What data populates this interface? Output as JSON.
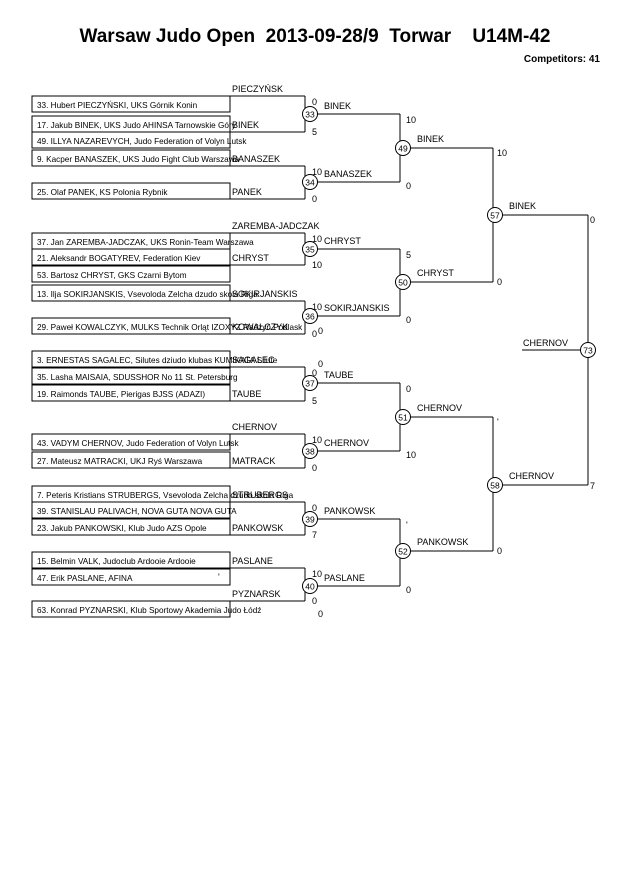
{
  "header": {
    "title": "Warsaw Judo Open  2013-09-28/9  Torwar    U14M-42",
    "competitors": "Competitors: 41"
  },
  "entries": [
    {
      "id": "e0",
      "text": "33. Hubert PIECZYŃSKI, UKS Górnik Konin"
    },
    {
      "id": "e1",
      "text": "17. Jakub BINEK, UKS Judo AHINSA Tarnowskie Góry"
    },
    {
      "id": "e2",
      "text": "49. ILLYA NAZAREVYCH, Judo Federation of Volyn Lutsk"
    },
    {
      "id": "e3",
      "text": "9. Kacper BANASZEK, UKS Judo Fight Club Warszawa"
    },
    {
      "id": "e4",
      "text": "25. Olaf PANEK, KS Polonia Rybnik"
    },
    {
      "id": "e5",
      "text": "37. Jan ZAREMBA-JADCZAK, UKS Ronin-Team Warszawa"
    },
    {
      "id": "e6",
      "text": "21. Aleksandr BOGATYREV, Federation Kiev"
    },
    {
      "id": "e7",
      "text": "53. Bartosz CHRYST, GKS Czarni Bytom"
    },
    {
      "id": "e8",
      "text": "13. Ilja SOKIRJANSKIS, Vsevoloda Zelcha dzudo skola Riga"
    },
    {
      "id": "e9",
      "text": "29. Paweł KOWALCZYK, MULKS Technik Orląt IZOXYZ Radzyń Podlask"
    },
    {
      "id": "e10",
      "text": "3. ERNESTAS SAGALEC, Silutes dziudo klubas KUMIKATA Silute"
    },
    {
      "id": "e11",
      "text": "35. Lasha MAISAIA, SDUSSHOR No 11 St. Petersburg"
    },
    {
      "id": "e12",
      "text": "19. Raimonds TAUBE, Pierigas BJSS (ADAZI)"
    },
    {
      "id": "e13",
      "text": "43. VADYM CHERNOV, Judo Federation of Volyn Lutsk"
    },
    {
      "id": "e14",
      "text": "27. Mateusz MATRACKI, UKJ Ryś Warszawa"
    },
    {
      "id": "e15",
      "text": "7. Peteris Kristians STRUBERGS, Vsevoloda Zelcha dzudo skola Riga"
    },
    {
      "id": "e16",
      "text": "39. STANISLAU PALIVACH, NOVA GUTA NOVA GUTA"
    },
    {
      "id": "e17",
      "text": "23. Jakub PANKOWSKI, Klub Judo AZS Opole"
    },
    {
      "id": "e18",
      "text": "15. Belmin VALK, Judoclub Ardooie Ardooie"
    },
    {
      "id": "e19",
      "text": "47. Erik PASLANE, AFINA"
    },
    {
      "id": "e20",
      "text": "63. Konrad PYZNARSKI, Klub Sportowy Akademia Judo Łódź"
    }
  ],
  "round1_winners": [
    {
      "id": "w0",
      "text": "PIECZYŃSK"
    },
    {
      "id": "w1",
      "text": "BINEK"
    },
    {
      "id": "w2",
      "text": "BANASZEK"
    },
    {
      "id": "w3",
      "text": "PANEK"
    },
    {
      "id": "w4",
      "text": "ZAREMBA-JADCZAK"
    },
    {
      "id": "w5",
      "text": "CHRYST"
    },
    {
      "id": "w6",
      "text": "SOKIRJANSKIS"
    },
    {
      "id": "w7",
      "text": "KOWALCZYK"
    },
    {
      "id": "w8",
      "text": "SAGALEC"
    },
    {
      "id": "w9",
      "text": "TAUBE"
    },
    {
      "id": "w10",
      "text": "CHERNOV"
    },
    {
      "id": "w11",
      "text": "MATRACK"
    },
    {
      "id": "w12",
      "text": "STRUBERGS"
    },
    {
      "id": "w13",
      "text": "PANKOWSK"
    },
    {
      "id": "w14",
      "text": "PASLANE"
    },
    {
      "id": "w15",
      "text": "PYZNARSK"
    }
  ],
  "round2": [
    {
      "id": "r0",
      "text": "BINEK"
    },
    {
      "id": "r1",
      "text": "BANASZEK"
    },
    {
      "id": "r2",
      "text": "CHRYST"
    },
    {
      "id": "r3",
      "text": "SOKIRJANSKIS"
    },
    {
      "id": "r4",
      "text": "TAUBE"
    },
    {
      "id": "r5",
      "text": "CHERNOV"
    },
    {
      "id": "r6",
      "text": "PANKOWSK"
    },
    {
      "id": "r7",
      "text": "PASLANE"
    }
  ],
  "round3": [
    {
      "id": "q0",
      "text": "BINEK"
    },
    {
      "id": "q1",
      "text": "CHRYST"
    },
    {
      "id": "q2",
      "text": "CHERNOV"
    },
    {
      "id": "q3",
      "text": "PANKOWSK"
    }
  ],
  "round4": [
    {
      "id": "s0",
      "text": "BINEK"
    },
    {
      "id": "s1",
      "text": "CHERNOV"
    }
  ],
  "final_winner": "CHERNOV",
  "match_numbers": [
    {
      "id": "m33",
      "text": "33"
    },
    {
      "id": "m34",
      "text": "34"
    },
    {
      "id": "m35",
      "text": "35"
    },
    {
      "id": "m36",
      "text": "36"
    },
    {
      "id": "m37",
      "text": "37"
    },
    {
      "id": "m38",
      "text": "38"
    },
    {
      "id": "m39",
      "text": "39"
    },
    {
      "id": "m40",
      "text": "40"
    },
    {
      "id": "m49",
      "text": "49"
    },
    {
      "id": "m50",
      "text": "50"
    },
    {
      "id": "m51",
      "text": "51"
    },
    {
      "id": "m52",
      "text": "52"
    },
    {
      "id": "m57",
      "text": "57"
    },
    {
      "id": "m58",
      "text": "58"
    },
    {
      "id": "m73",
      "text": "73"
    }
  ],
  "scores": [
    {
      "id": "s33a",
      "text": "0"
    },
    {
      "id": "s33b",
      "text": "5"
    },
    {
      "id": "s34a",
      "text": "10"
    },
    {
      "id": "s34b",
      "text": "0"
    },
    {
      "id": "s35a",
      "text": "10"
    },
    {
      "id": "s35b",
      "text": "10"
    },
    {
      "id": "s36a",
      "text": "10"
    },
    {
      "id": "s36b",
      "text": "0"
    },
    {
      "id": "s37a",
      "text": "0"
    },
    {
      "id": "s37b",
      "text": "5"
    },
    {
      "id": "s38a",
      "text": "10"
    },
    {
      "id": "s38b",
      "text": "0"
    },
    {
      "id": "s39a",
      "text": "0"
    },
    {
      "id": "s39b",
      "text": "7"
    },
    {
      "id": "s40a",
      "text": "10"
    },
    {
      "id": "s40b",
      "text": "0"
    },
    {
      "id": "s49a",
      "text": "10"
    },
    {
      "id": "s49b",
      "text": "0"
    },
    {
      "id": "s50a",
      "text": "5"
    },
    {
      "id": "s50b",
      "text": "0"
    },
    {
      "id": "s51a",
      "text": "0"
    },
    {
      "id": "s51b",
      "text": "10"
    },
    {
      "id": "s52a",
      "text": "'"
    },
    {
      "id": "s52b",
      "text": "0"
    },
    {
      "id": "s57a",
      "text": "10"
    },
    {
      "id": "s57b",
      "text": "0"
    },
    {
      "id": "s58a",
      "text": "'"
    },
    {
      "id": "s58b",
      "text": "0"
    },
    {
      "id": "s73a",
      "text": "0"
    },
    {
      "id": "s73b",
      "text": "7"
    },
    {
      "id": "x0",
      "text": "0"
    },
    {
      "id": "x1",
      "text": "0"
    },
    {
      "id": "x2",
      "text": "0"
    },
    {
      "id": "x3",
      "text": "'"
    }
  ]
}
